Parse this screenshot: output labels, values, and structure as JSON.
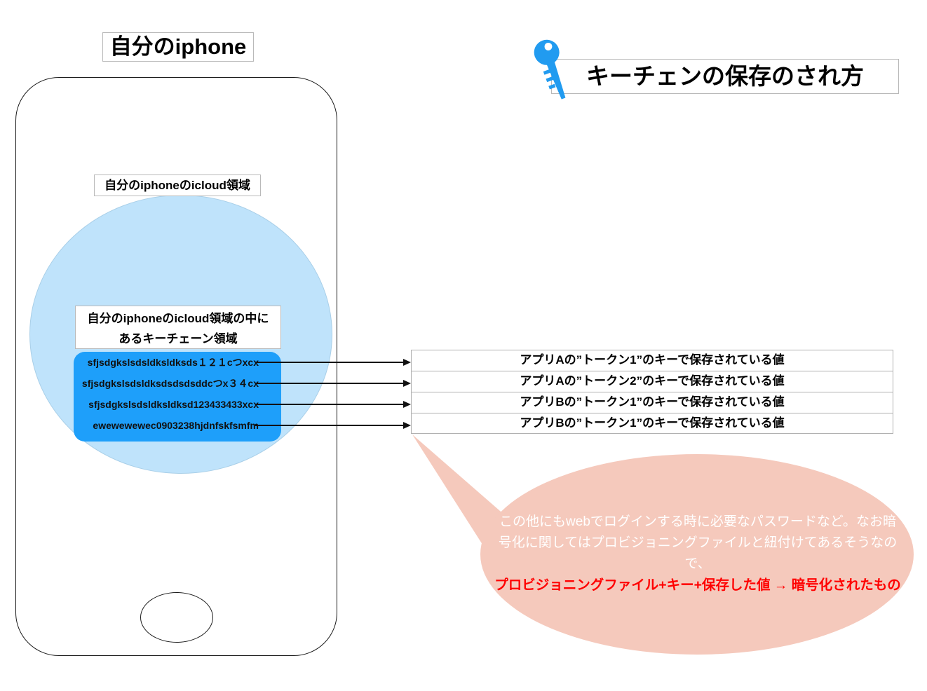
{
  "phone": {
    "title": "自分のiphone",
    "icloud_label": "自分のiphoneのicloud領域",
    "keychain_label_line1": "自分のiphoneのicloud領域の中に",
    "keychain_label_line2": "あるキーチェーン領域",
    "tokens": [
      "sfjsdgkslsdsldksldksds１２１cつxcx",
      "sfjsdgkslsdsldksdsdsdsddcつx３４cx",
      "sfjsdgkslsdsldksldksd123433433xcx",
      "ewewewewec0903238hjdnfskfsmfm"
    ]
  },
  "heading": {
    "title": "キーチェンの保存のされ方",
    "icon": "key-icon"
  },
  "table": {
    "rows": [
      "アプリAの”トークン1”のキーで保存されている値",
      "アプリAの”トークン2”のキーで保存されている値",
      "アプリBの”トークン1”のキーで保存されている値",
      "アプリBの”トークン1”のキーで保存されている値"
    ]
  },
  "callout": {
    "line1": "この他にもwebでログインする時に必要なパスワードなど。なお暗",
    "line2": "号化に関してはプロビジョニングファイルと紐付けてあるそうなので、",
    "line3": "プロビジョニングファイル+キー+保存した値 → 暗号化されたもの"
  },
  "colors": {
    "icloud_fill": "#BFE3FB",
    "keychain_fill": "#1E9FFA",
    "callout_fill": "#F5C9BC",
    "accent_text": "#FF0000",
    "key_icon": "#219BF0"
  }
}
